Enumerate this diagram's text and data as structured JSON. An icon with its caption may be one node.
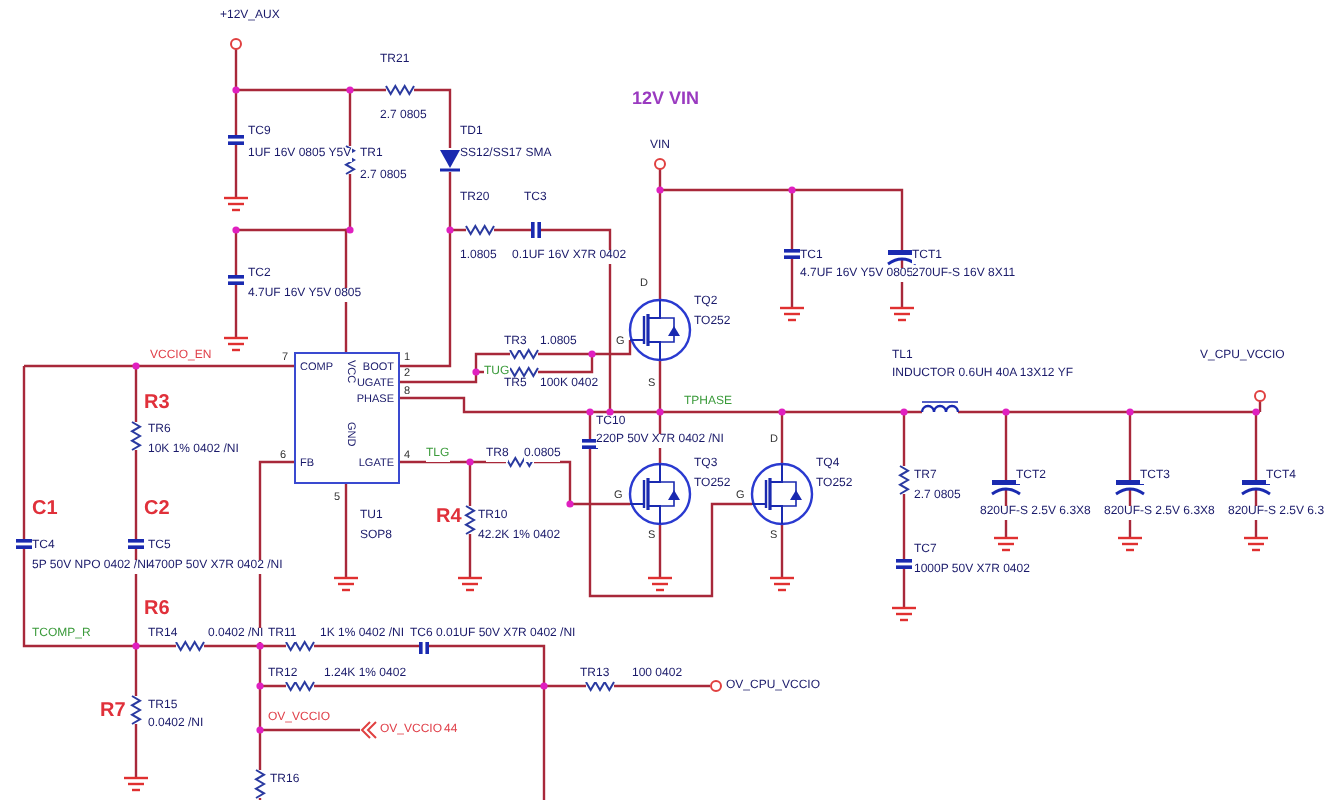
{
  "diagram": {
    "nodes": [
      {
        "text": [
          "COMP",
          "BOOT",
          "UGATE",
          "PHASE",
          "FB",
          "LGATE",
          "VCC",
          "GND"
        ],
        "beside": [
          "7",
          "1",
          "2",
          "8",
          "6",
          "4",
          "5"
        ]
      }
    ],
    "labels": [
      "+12V_AUX",
      "TR21",
      "12V VIN",
      "2.7 0805",
      "TC9",
      "TD1",
      "VIN",
      "1UF 16V 0805 Y5V",
      "TR1",
      "SS12/SS17 SMA",
      "2.7 0805",
      "TR20",
      "TC3",
      "1.0805",
      "0.1UF 16V X7R 0402",
      "TC1",
      "TCT1",
      "TC2",
      "4.7UF 16V Y5V 0805",
      "270UF-S 16V 8X11",
      "D",
      "4.7UF 16V Y5V 0805",
      "TQ2",
      "TO252",
      "TR3",
      "1.0805",
      "G",
      "VCCIO_EN",
      "TL1",
      "V_CPU_VCCIO",
      "TUG",
      "INDUCTOR 0.6UH 40A 13X12 YF",
      "TR5",
      "100K 0402",
      "S",
      "R3",
      "TPHASE",
      "TC10",
      "TR6",
      "220P 50V X7R 0402 /NI",
      "D",
      "10K 1% 0402 /NI",
      "TLG",
      "TR8",
      "0.0805",
      "TQ3",
      "TQ4",
      "TR7",
      "TCT2",
      "TCT3",
      "TCT4",
      "TO252",
      "TO252",
      "G",
      "G",
      "2.7 0805",
      "C1",
      "C2",
      "820UF-S 2.5V 6.3X8",
      "820UF-S 2.5V 6.3X8",
      "820UF-S 2.5V 6.3",
      "TU1",
      "R4",
      "TR10",
      "SOP8",
      "42.2K 1% 0402",
      "S",
      "S",
      "TC4",
      "TC5",
      "TC7",
      "5P 50V NPO 0402 /NI",
      "4700P 50V X7R 0402 /NI",
      "1000P 50V X7R 0402",
      "R6",
      "TCOMP_R",
      "TR14",
      "0.0402 /NI",
      "TR11",
      "1K 1% 0402 /NI",
      "TC6",
      "0.01UF 50V X7R 0402 /NI",
      "TR12",
      "1.24K 1% 0402",
      "TR13",
      "100 0402",
      "OV_CPU_VCCIO",
      "R7",
      "TR15",
      "0.0402 /NI",
      "OV_VCCIO",
      "OV_VCCIO",
      "44",
      "TR16"
    ]
  }
}
